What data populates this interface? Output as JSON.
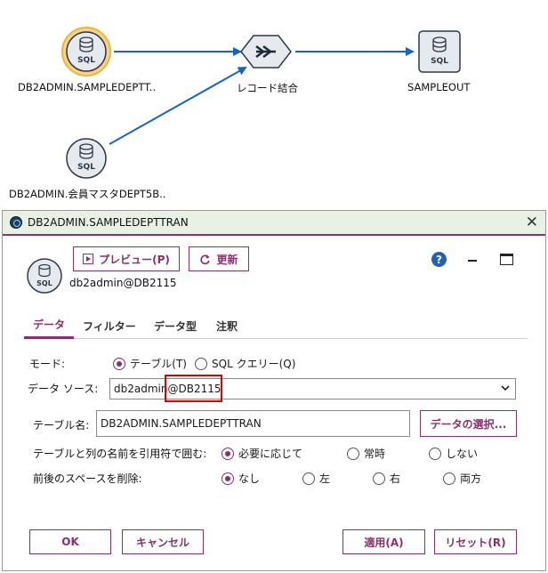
{
  "canvas": {
    "nodes": [
      {
        "name": "sql-source-node-1",
        "label": "DB2ADMIN.SAMPLEDEPTT..",
        "icon_text": "SQL"
      },
      {
        "name": "merge-node",
        "label": "レコード結合"
      },
      {
        "name": "sql-output-node",
        "label": "SAMPLEOUT",
        "icon_text": "SQL"
      },
      {
        "name": "sql-source-node-2",
        "label": "DB2ADMIN.会員マスタDEPT5B..",
        "icon_text": "SQL"
      }
    ],
    "colors": {
      "link": "#1565c0",
      "selected_ring": "#f0b43a",
      "node_fill": "#e6e9ee",
      "node_stroke": "#2d3a4a"
    }
  },
  "dialog": {
    "title": "DB2ADMIN.SAMPLEDEPTTRAN",
    "close_glyph": "✕",
    "node_icon_text": "SQL",
    "connection": "db2admin@DB2115",
    "preview_label": "プレビュー(P)",
    "refresh_label": "更新",
    "help_glyph": "?",
    "tabs": [
      "データ",
      "フィルター",
      "データ型",
      "注釈"
    ],
    "active_tab": "データ",
    "mode": {
      "label": "モード:",
      "options": [
        "テーブル(T)",
        "SQL クエリー(Q)"
      ],
      "selected": "テーブル(T)"
    },
    "datasource": {
      "label": "データ ソース:",
      "value": "db2admin@DB2115"
    },
    "table": {
      "label": "テーブル名:",
      "value": "DB2ADMIN.SAMPLEDEPTTRAN",
      "select_button": "データの選択..."
    },
    "quote": {
      "label": "テーブルと列の名前を引用符で囲む:",
      "options": [
        "必要に応じて",
        "常時",
        "しない"
      ],
      "selected": "必要に応じて"
    },
    "trim": {
      "label": "前後のスペースを削除:",
      "options": [
        "なし",
        "左",
        "右",
        "両方"
      ],
      "selected": "なし"
    },
    "footer": {
      "ok": "OK",
      "cancel": "キャンセル",
      "apply": "適用(A)",
      "reset": "リセット(R)"
    },
    "colors": {
      "accent": "#8b2f6b",
      "titlebar_bg": "#e8f1e4",
      "help": "#1e63b8",
      "highlight": "#e00000"
    }
  }
}
